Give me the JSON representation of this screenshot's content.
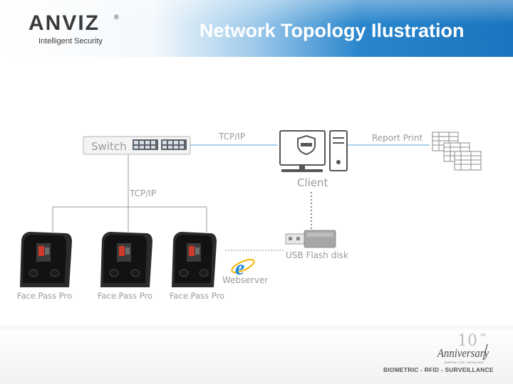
{
  "header": {
    "logo_text": "ANVIZ",
    "logo_reg": "®",
    "tagline": "Intelligent Security",
    "title": "Network Topology Ilustration"
  },
  "diagram": {
    "switch_label": "Switch",
    "tcp_ip_top": "TCP/IP",
    "tcp_ip_left": "TCP/IP",
    "client_label": "Client",
    "report_print_label": "Report Print",
    "usb_label": "USB Flash disk",
    "webserver_label": "Webserver",
    "devices": [
      {
        "label": "Face.Pass Pro"
      },
      {
        "label": "Face.Pass Pro"
      },
      {
        "label": "Face.Pass Pro"
      }
    ]
  },
  "footer": {
    "anniversary_text": "Anniversary",
    "anniversary_number": "10",
    "anniversary_sub": "BIOMETRIC · RFID · SURVEILLANCE",
    "tm": "TM",
    "tagline": "BIOMETRIC - RFID - SURVEILLANCE"
  },
  "colors": {
    "header_blue": "#1a74bf",
    "link_blue": "#a9d3f0",
    "label_gray": "#9a9a9a"
  }
}
